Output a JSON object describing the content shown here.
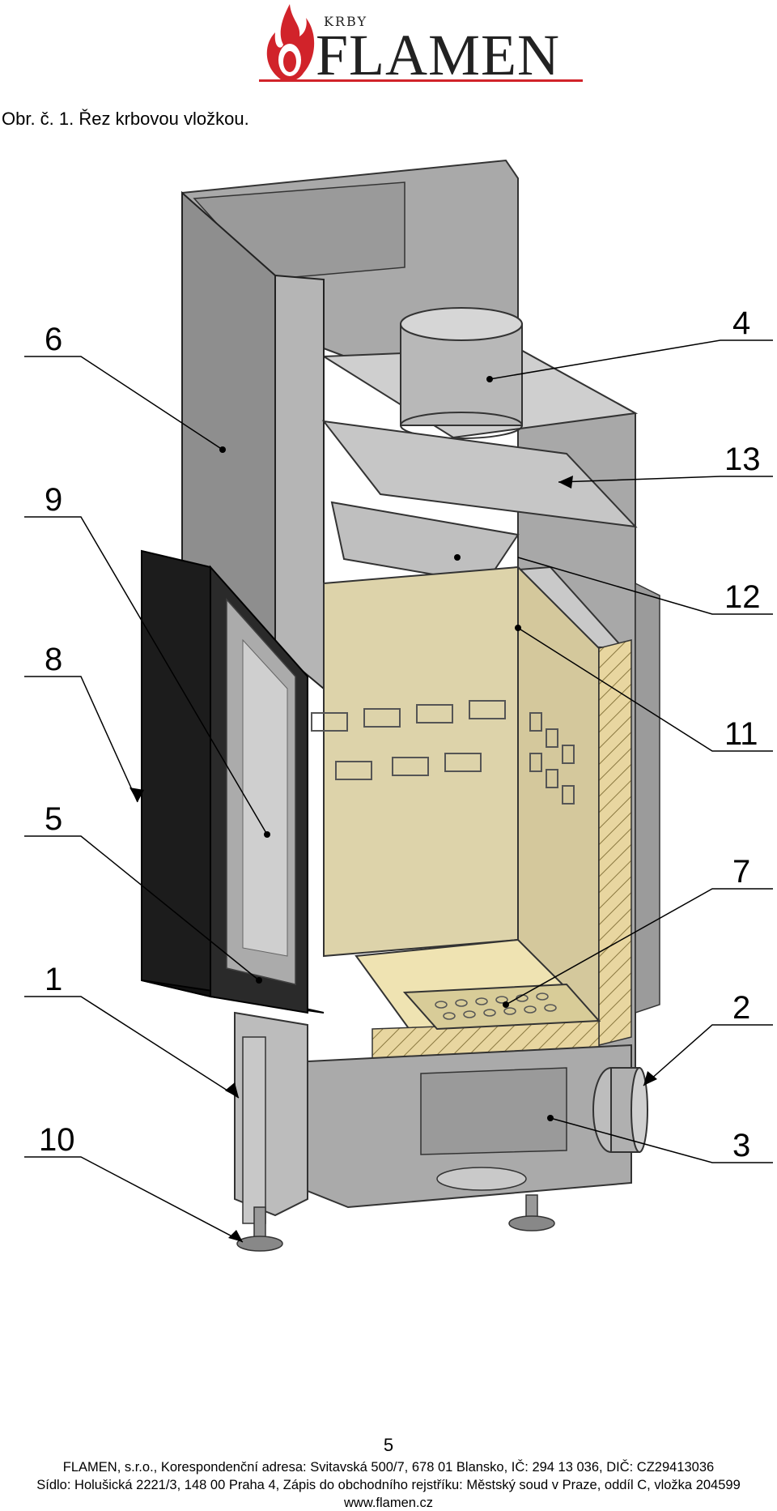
{
  "logo": {
    "small_text": "KRBY",
    "brand": "FLAMEN",
    "brand_color": "#d1232a"
  },
  "caption": "Obr. č. 1. Řez krbovou vložkou.",
  "callouts": [
    "6",
    "9",
    "8",
    "5",
    "1",
    "10",
    "4",
    "13",
    "12",
    "11",
    "7",
    "2",
    "3"
  ],
  "page_number": "5",
  "footer": {
    "line1": "FLAMEN, s.r.o., Korespondenční adresa: Svitavská 500/7, 678 01  Blansko, IČ: 294 13 036, DIČ: CZ29413036",
    "line2": "Sídlo: Holušická 2221/3, 148 00  Praha 4, Zápis do obchodního rejstříku: Městský soud v Praze, oddíl C, vložka 204599",
    "line3": "www.flamen.cz"
  }
}
